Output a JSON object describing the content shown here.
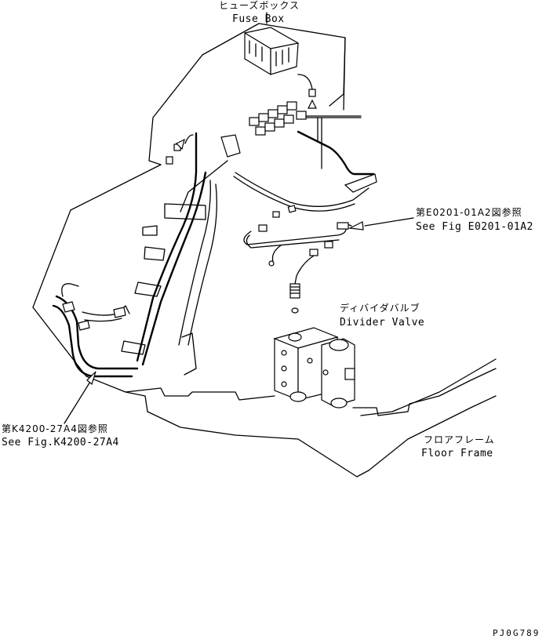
{
  "labels": {
    "fuse_box_jp": "ヒューズボックス",
    "fuse_box_en": "Fuse Box",
    "ref_e0201_jp": "第E0201-01A2図参照",
    "ref_e0201_en": "See Fig E0201-01A2",
    "divider_valve_jp": "ディバイダバルブ",
    "divider_valve_en": "Divider Valve",
    "ref_k4200_jp": "第K4200-27A4図参照",
    "ref_k4200_en": "See Fig.K4200-27A4",
    "floor_frame_jp": "フロアフレーム",
    "floor_frame_en": "Floor Frame",
    "drawing_code": "PJ0G789"
  },
  "colors": {
    "line": "#000000",
    "background": "#ffffff"
  }
}
